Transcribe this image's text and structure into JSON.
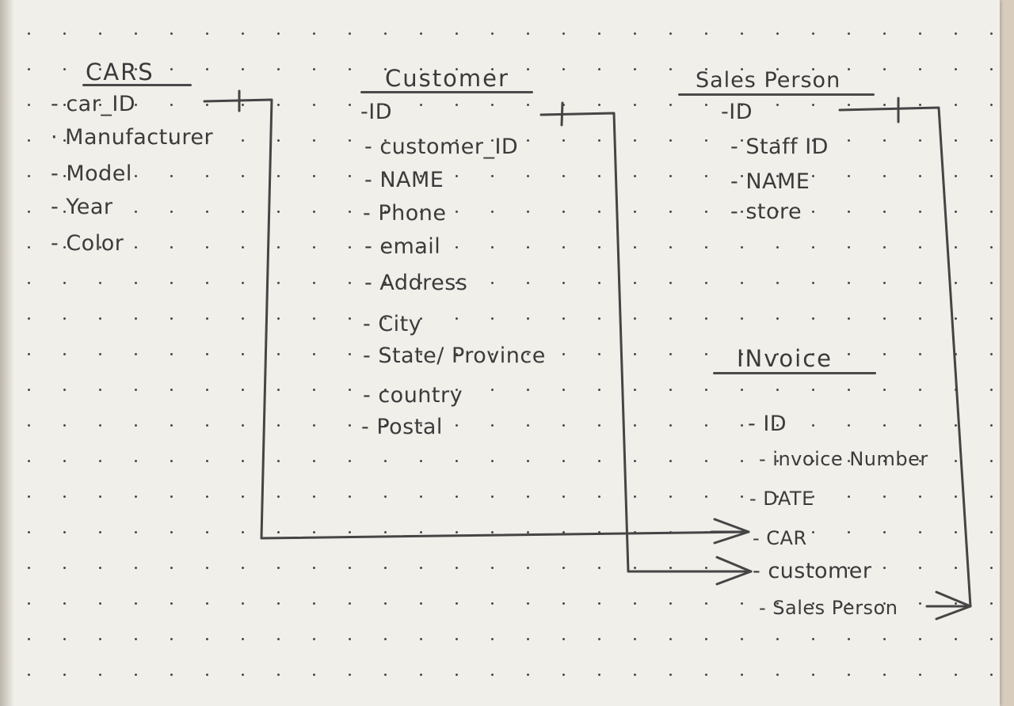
{
  "entities": {
    "cars": {
      "title": "CARS",
      "attributes": [
        "car_ID",
        "Manufacturer",
        "Model",
        "Year",
        "Color"
      ]
    },
    "customer": {
      "title": "Customer",
      "attributes": [
        "ID",
        "customer_ID",
        "NAME",
        "Phone",
        "email",
        "Address",
        "City",
        "State/ Province",
        "country",
        "Postal"
      ]
    },
    "sales_person": {
      "title": "Sales Person",
      "attributes": [
        "ID",
        "Staff ID",
        "NAME",
        "store"
      ]
    },
    "invoice": {
      "title": "INvoice",
      "attributes": [
        "ID",
        "invoice Number",
        "DATE",
        "CAR",
        "customer",
        "Sales Person"
      ]
    }
  },
  "relationships": [
    {
      "from": "cars.car_ID",
      "to": "invoice.CAR",
      "from_end": "one",
      "to_end": "many"
    },
    {
      "from": "customer.ID",
      "to": "invoice.customer",
      "from_end": "one",
      "to_end": "many"
    },
    {
      "from": "sales_person.ID",
      "to": "invoice.Sales Person",
      "from_end": "one",
      "to_end": "many"
    }
  ],
  "ink_color": "#3b3b3b",
  "paper_color": "#f1efea"
}
